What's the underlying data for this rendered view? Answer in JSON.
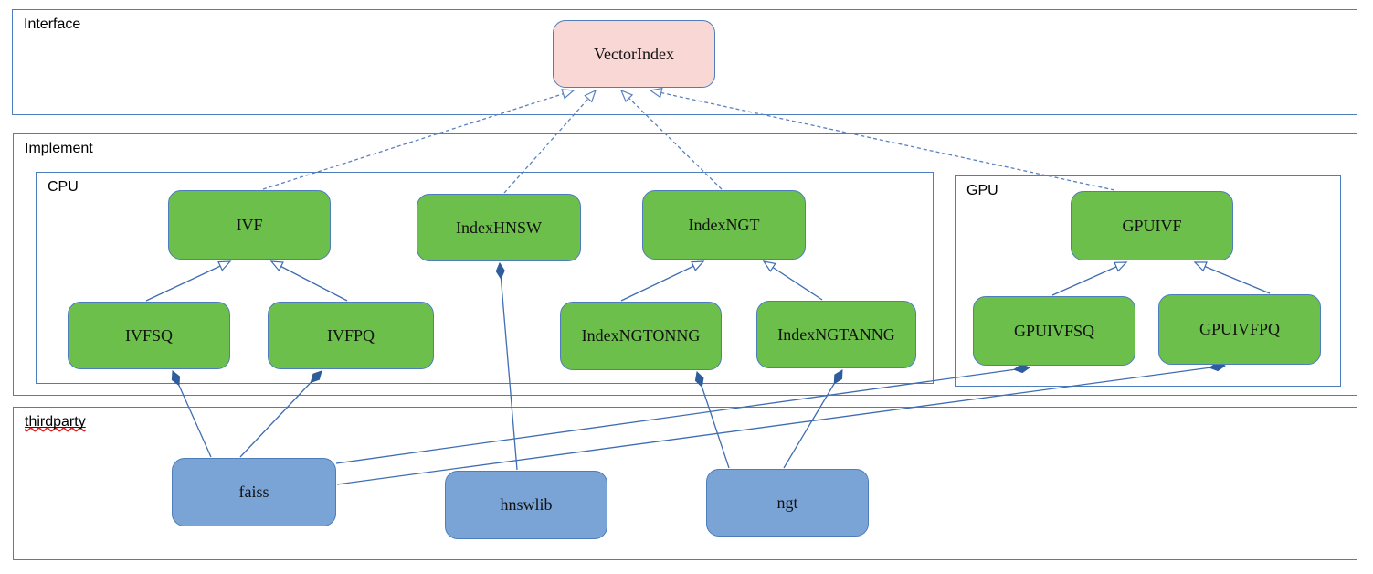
{
  "diagram": {
    "containers": [
      {
        "id": "interface",
        "label": "Interface"
      },
      {
        "id": "implement",
        "label": "Implement"
      },
      {
        "id": "cpu",
        "label": "CPU"
      },
      {
        "id": "gpu",
        "label": "GPU"
      },
      {
        "id": "thirdparty",
        "label": "thirdparty"
      }
    ],
    "nodes": [
      {
        "id": "vectorindex",
        "label": "VectorIndex",
        "group": "interface"
      },
      {
        "id": "ivf",
        "label": "IVF",
        "group": "cpu"
      },
      {
        "id": "indexhnsw",
        "label": "IndexHNSW",
        "group": "cpu"
      },
      {
        "id": "indexngt",
        "label": "IndexNGT",
        "group": "cpu"
      },
      {
        "id": "ivfsq",
        "label": "IVFSQ",
        "group": "cpu"
      },
      {
        "id": "ivfpq",
        "label": "IVFPQ",
        "group": "cpu"
      },
      {
        "id": "indexngtonng",
        "label": "IndexNGTONNG",
        "group": "cpu"
      },
      {
        "id": "indexngtanng",
        "label": "IndexNGTANNG",
        "group": "cpu"
      },
      {
        "id": "gpuivf",
        "label": "GPUIVF",
        "group": "gpu"
      },
      {
        "id": "gpuivfsq",
        "label": "GPUIVFSQ",
        "group": "gpu"
      },
      {
        "id": "gpuivfpq",
        "label": "GPUIVFPQ",
        "group": "gpu"
      },
      {
        "id": "faiss",
        "label": "faiss",
        "group": "thirdparty"
      },
      {
        "id": "hnswlib",
        "label": "hnswlib",
        "group": "thirdparty"
      },
      {
        "id": "ngt",
        "label": "ngt",
        "group": "thirdparty"
      }
    ],
    "edges": [
      {
        "from": "IVF",
        "to": "VectorIndex",
        "type": "realization-dashed-hollow-arrow"
      },
      {
        "from": "IndexHNSW",
        "to": "VectorIndex",
        "type": "realization-dashed-hollow-arrow"
      },
      {
        "from": "IndexNGT",
        "to": "VectorIndex",
        "type": "realization-dashed-hollow-arrow"
      },
      {
        "from": "GPUIVF",
        "to": "VectorIndex",
        "type": "realization-dashed-hollow-arrow"
      },
      {
        "from": "IVFSQ",
        "to": "IVF",
        "type": "generalization-hollow-arrow"
      },
      {
        "from": "IVFPQ",
        "to": "IVF",
        "type": "generalization-hollow-arrow"
      },
      {
        "from": "IndexNGTONNG",
        "to": "IndexNGT",
        "type": "generalization-hollow-arrow"
      },
      {
        "from": "IndexNGTANNG",
        "to": "IndexNGT",
        "type": "generalization-hollow-arrow"
      },
      {
        "from": "GPUIVFSQ",
        "to": "GPUIVF",
        "type": "generalization-hollow-arrow"
      },
      {
        "from": "GPUIVFPQ",
        "to": "GPUIVF",
        "type": "generalization-hollow-arrow"
      },
      {
        "from": "faiss",
        "to": "IVFSQ",
        "type": "composition-filled-diamond"
      },
      {
        "from": "faiss",
        "to": "IVFPQ",
        "type": "composition-filled-diamond"
      },
      {
        "from": "faiss",
        "to": "GPUIVFSQ",
        "type": "composition-filled-diamond"
      },
      {
        "from": "faiss",
        "to": "GPUIVFPQ",
        "type": "composition-filled-diamond"
      },
      {
        "from": "hnswlib",
        "to": "IndexHNSW",
        "type": "composition-filled-diamond"
      },
      {
        "from": "ngt",
        "to": "IndexNGTONNG",
        "type": "composition-filled-diamond"
      },
      {
        "from": "ngt",
        "to": "IndexNGTANNG",
        "type": "composition-filled-diamond"
      }
    ],
    "colors": {
      "container_border": "#4d7dbb",
      "node_border": "#4d7dbb",
      "green_fill": "#6bbf4a",
      "blue_fill": "#7aa3d6",
      "pink_fill": "#f8d7d5",
      "solid_edge": "#3f6db3",
      "dashed_edge": "#5b80c0",
      "diamond_fill": "#2e5d9e",
      "spellcheck_squiggle": "#dd2222"
    }
  }
}
